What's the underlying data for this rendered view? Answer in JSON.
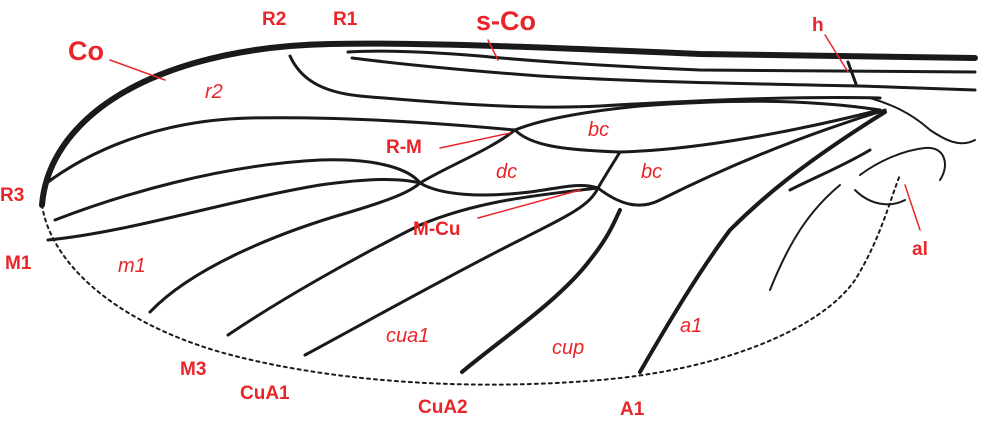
{
  "colors": {
    "label": "#e8262a",
    "vein": "#1a1a1a",
    "background": "#ffffff"
  },
  "labels": {
    "costa": "Co",
    "subcosta": "s-Co",
    "r1": "R1",
    "r2": "R2",
    "r3": "R3",
    "humeral": "h",
    "r_m": "R-M",
    "m_cu": "M-Cu",
    "m1": "M1",
    "m3": "M3",
    "cua1": "CuA1",
    "cua2": "CuA2",
    "a1": "A1",
    "alula": "al"
  },
  "cells": {
    "r2": "r2",
    "bc_upper": "bc",
    "bc_lower": "bc",
    "dc": "dc",
    "m1": "m1",
    "cua1": "cua1",
    "cup": "cup",
    "a1": "a1"
  }
}
